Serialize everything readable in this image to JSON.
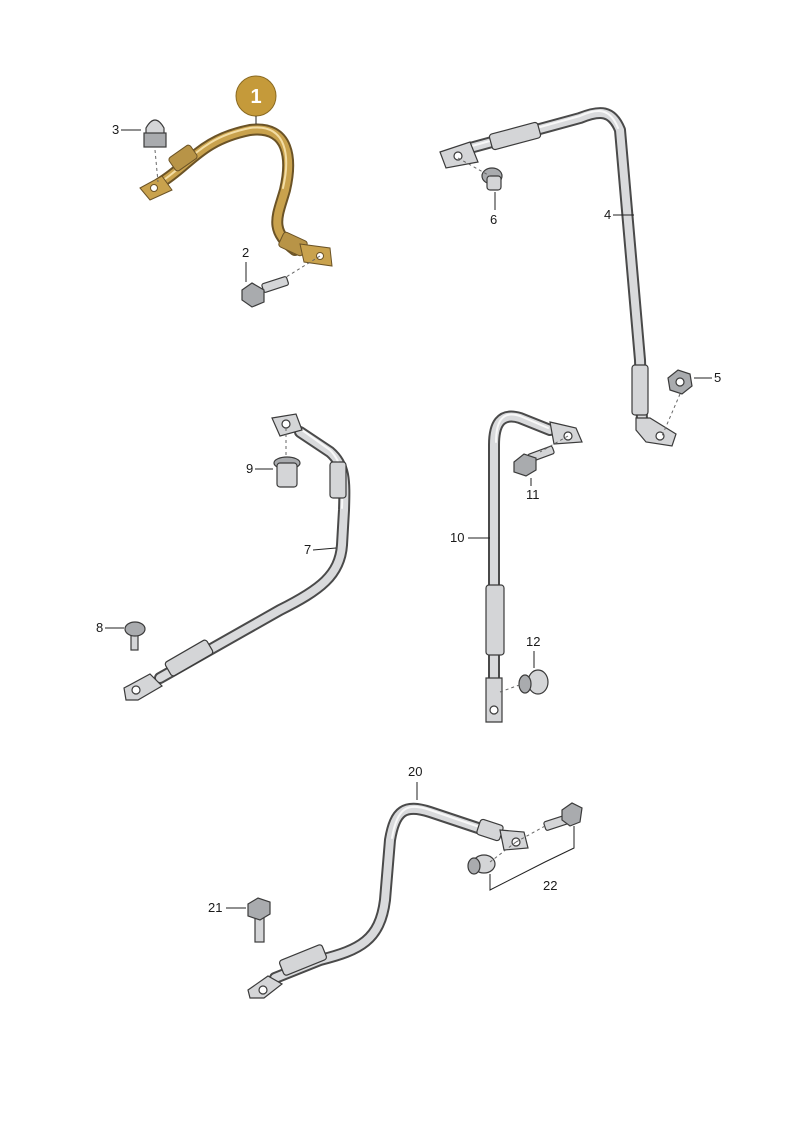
{
  "highlight_color": "#c9a24d",
  "badge": {
    "number": "1"
  },
  "labels": {
    "n2": "2",
    "n3": "3",
    "n4": "4",
    "n5": "5",
    "n6": "6",
    "n7": "7",
    "n8": "8",
    "n9": "9",
    "n10": "10",
    "n11": "11",
    "n12": "12",
    "n20": "20",
    "n21": "21",
    "n22": "22"
  }
}
